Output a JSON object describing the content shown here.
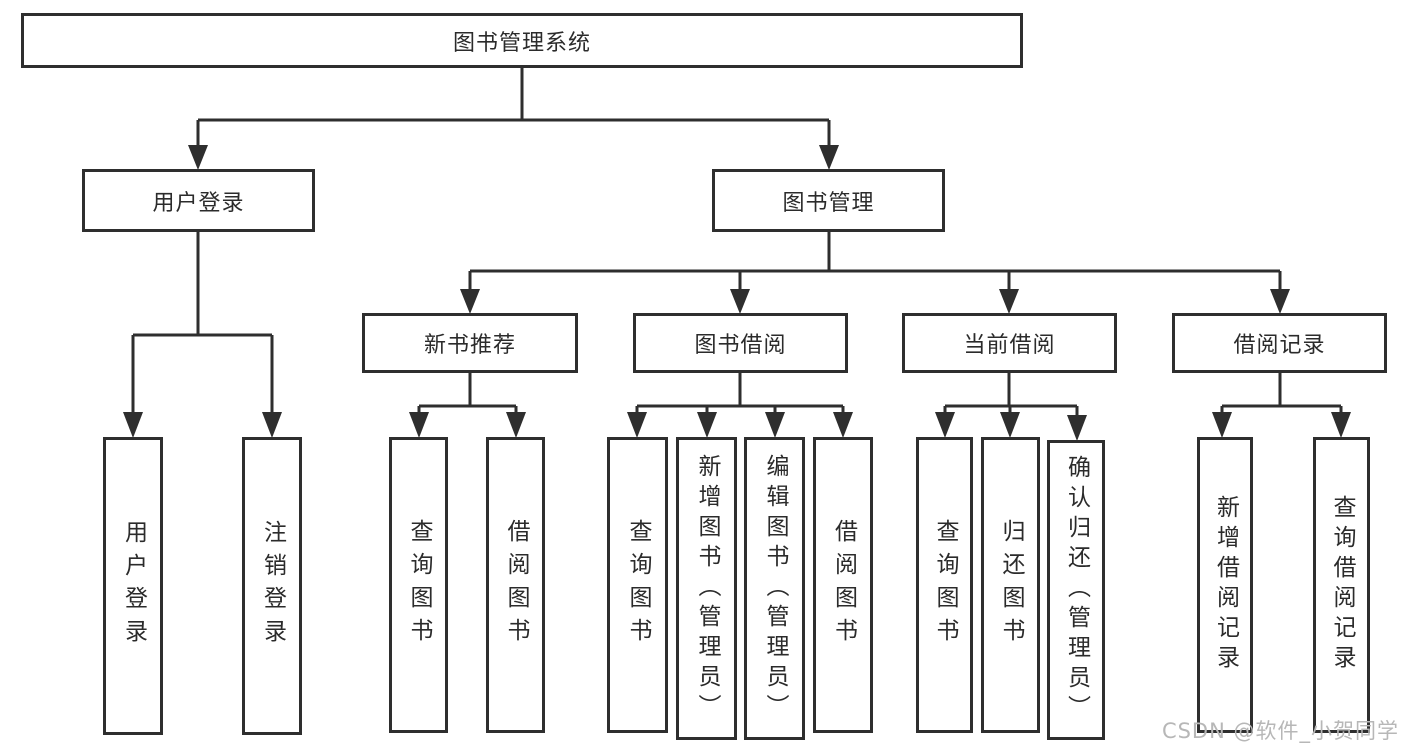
{
  "watermark": "CSDN @软件_小贺同学",
  "colors": {
    "line": "#2e2e2e",
    "box_border": "#2e2e2e",
    "box_background": "#ffffff",
    "text": "#2b2b2b",
    "watermark_text": "#b7b7b7"
  },
  "tree": {
    "root": {
      "label": "图书管理系统"
    },
    "branches": [
      {
        "label": "用户登录",
        "leaves": [
          {
            "label": "用户登录"
          },
          {
            "label": "注销登录"
          }
        ]
      },
      {
        "label": "图书管理",
        "groups": [
          {
            "label": "新书推荐",
            "leaves": [
              {
                "label": "查询图书"
              },
              {
                "label": "借阅图书"
              }
            ]
          },
          {
            "label": "图书借阅",
            "leaves": [
              {
                "label": "查询图书"
              },
              {
                "label": "新增图书（管理员）"
              },
              {
                "label": "编辑图书（管理员）"
              },
              {
                "label": "借阅图书"
              }
            ]
          },
          {
            "label": "当前借阅",
            "leaves": [
              {
                "label": "查询图书"
              },
              {
                "label": "归还图书"
              },
              {
                "label": "确认归还（管理员）"
              }
            ]
          },
          {
            "label": "借阅记录",
            "leaves": [
              {
                "label": "新增借阅记录"
              },
              {
                "label": "查询借阅记录"
              }
            ]
          }
        ]
      }
    ]
  }
}
